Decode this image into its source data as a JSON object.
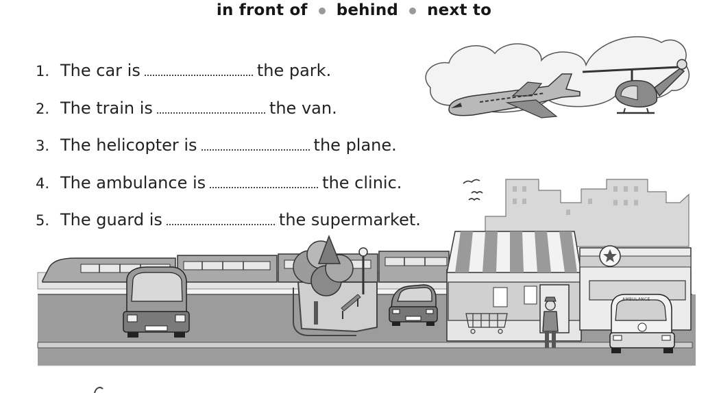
{
  "word_bank": [
    "in front of",
    "behind",
    "next to"
  ],
  "questions": [
    {
      "number": "1.",
      "before": "The car is",
      "after": "the park."
    },
    {
      "number": "2.",
      "before": "The train is",
      "after": "the van."
    },
    {
      "number": "3.",
      "before": "The helicopter is",
      "after": "the plane."
    },
    {
      "number": "4.",
      "before": "The ambulance is",
      "after": "the clinic."
    },
    {
      "number": "5.",
      "before": "The guard is",
      "after": "the supermarket."
    }
  ],
  "scene": {
    "ambulance_label": "AMBULANCE"
  }
}
